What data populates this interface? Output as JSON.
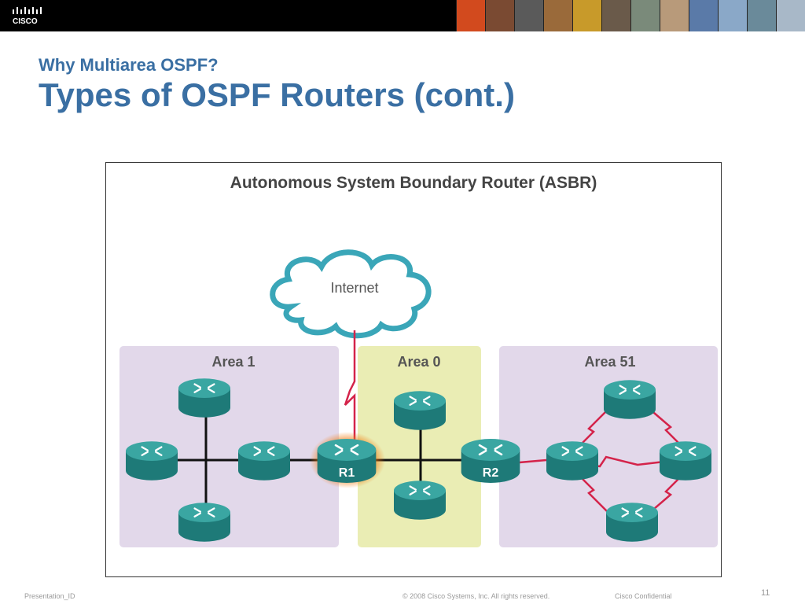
{
  "slide": {
    "subtitle": "Why Multiarea OSPF?",
    "title": "Types of OSPF Routers (cont.)"
  },
  "brand": {
    "logo_text": "CISCO",
    "colors": {
      "title": "#3a6fa3",
      "topbar": "#000000"
    }
  },
  "diagram": {
    "heading": "Autonomous System Boundary Router (ASBR)",
    "cloud_label": "Internet",
    "areas": [
      {
        "label": "Area 1",
        "color": "#e2d8ea"
      },
      {
        "label": "Area 0",
        "color": "#eaedb4"
      },
      {
        "label": "Area 51",
        "color": "#e2d8ea"
      }
    ],
    "routers": {
      "r1": "R1",
      "r2": "R2"
    },
    "colors": {
      "router": "#1e7a78",
      "router_top": "#3aa6a2",
      "ethernet": "#111111",
      "serial": "#d4234a",
      "highlight": "#f07a10",
      "cloud_stroke": "#3aa6b8"
    }
  },
  "footer": {
    "presentation_id": "Presentation_ID",
    "copyright": "© 2008 Cisco Systems, Inc. All rights reserved.",
    "confidential": "Cisco Confidential",
    "page_number": "11"
  }
}
